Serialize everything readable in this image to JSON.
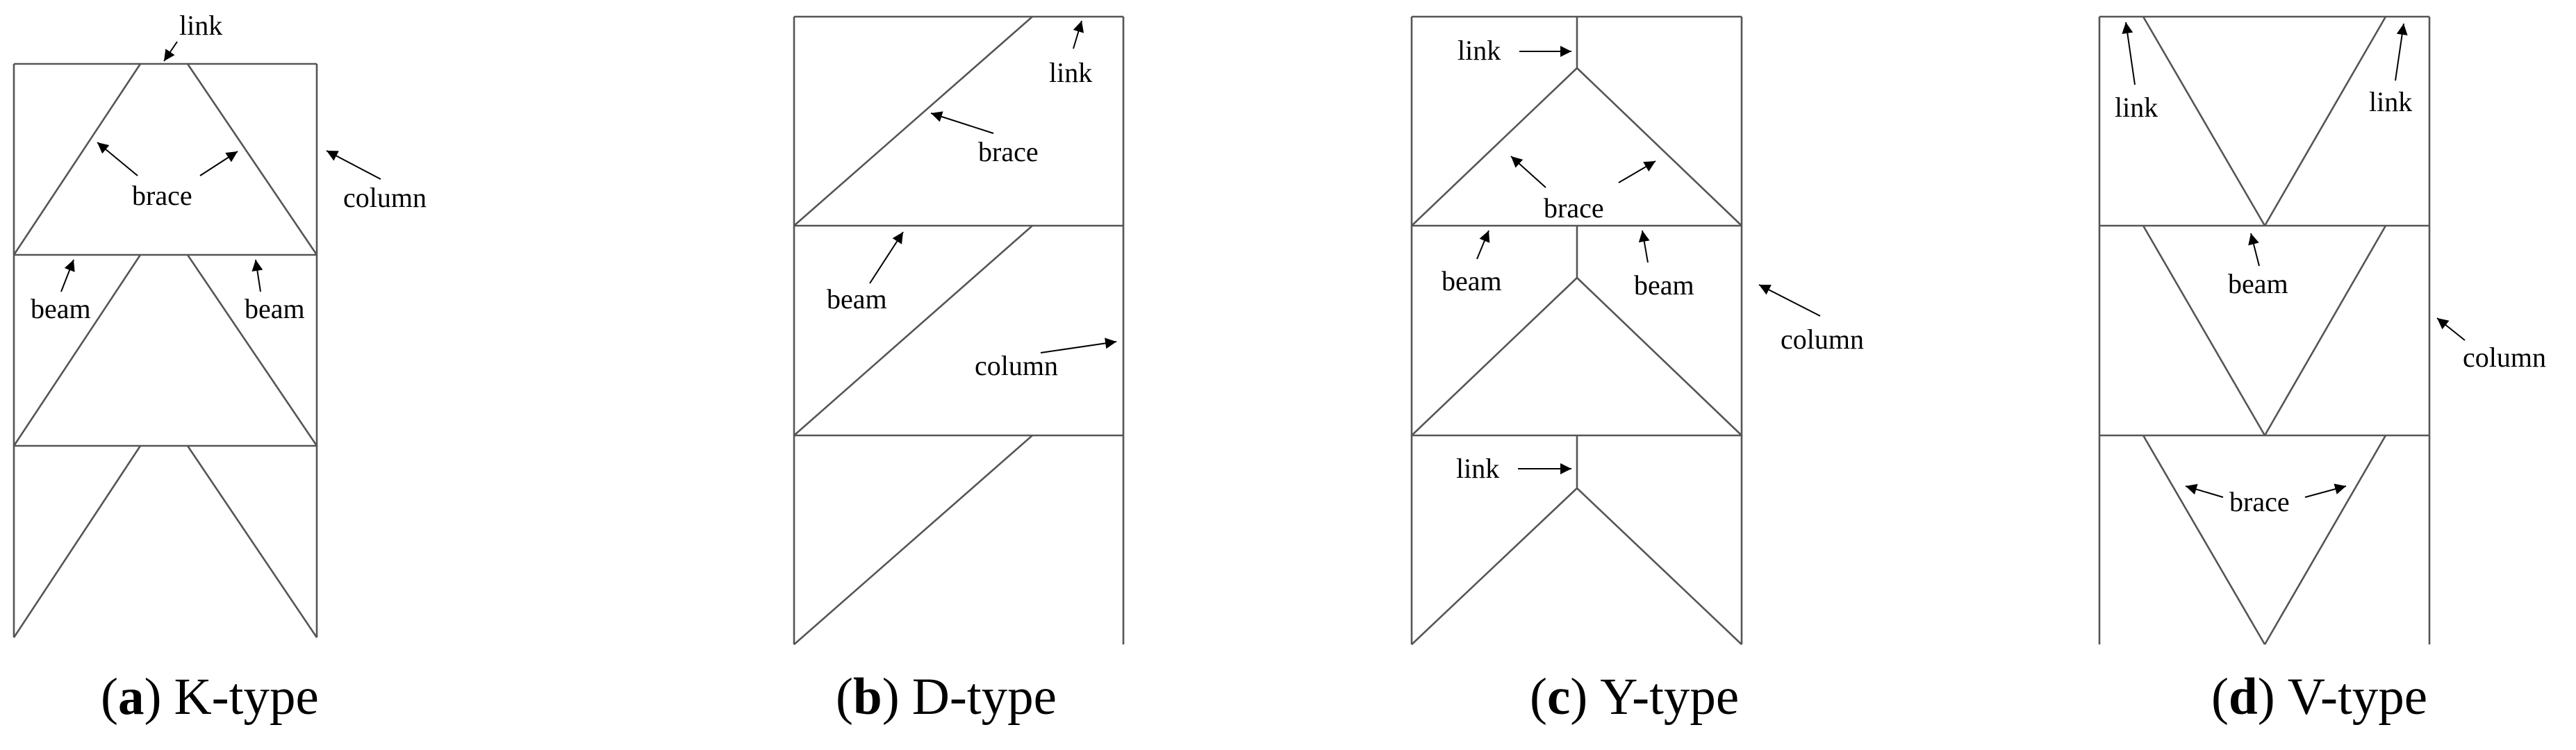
{
  "line_color": "#555555",
  "text_color": "#000000",
  "panels": [
    {
      "id": "a",
      "caption": {
        "letter": "a",
        "open": "(",
        "close": ")",
        "title": "K-type"
      },
      "labels": {
        "link": "link",
        "brace": "brace",
        "column": "column",
        "beam_left": "beam",
        "beam_right": "beam"
      }
    },
    {
      "id": "b",
      "caption": {
        "letter": "b",
        "open": "(",
        "close": ")",
        "title": "D-type"
      },
      "labels": {
        "link": "link",
        "brace": "brace",
        "beam": "beam",
        "column": "column"
      }
    },
    {
      "id": "c",
      "caption": {
        "letter": "c",
        "open": "(",
        "close": ")",
        "title": "Y-type"
      },
      "labels": {
        "link_top": "link",
        "brace": "brace",
        "beam_left": "beam",
        "beam_right": "beam",
        "column": "column",
        "link_bottom": "link"
      }
    },
    {
      "id": "d",
      "caption": {
        "letter": "d",
        "open": "(",
        "close": ")",
        "title": "V-type"
      },
      "labels": {
        "link_left": "link",
        "link_right": "link",
        "beam": "beam",
        "column": "column",
        "brace": "brace"
      }
    }
  ]
}
